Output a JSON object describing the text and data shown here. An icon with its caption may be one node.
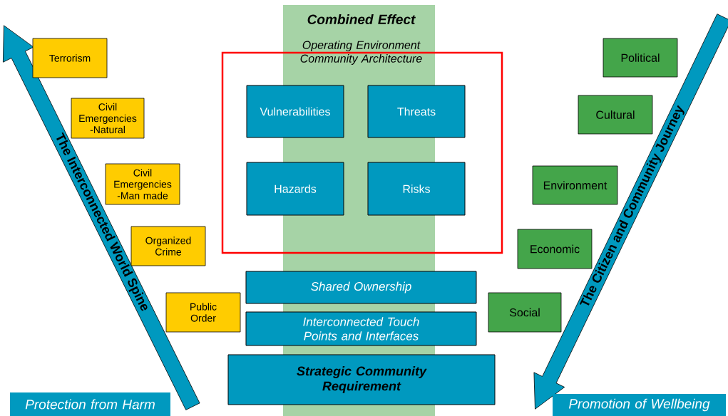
{
  "diagram": {
    "nodes": [
      {
        "text": [
          "Combined Effect",
          "Operating Environment Community Architecture"
        ]
      },
      {
        "text": [],
        "shape": "box"
      },
      {
        "text": [
          "Vulnerabilities"
        ],
        "in": 1
      },
      {
        "text": [
          "Threats"
        ],
        "in": 1
      },
      {
        "text": [
          "Hazards"
        ],
        "in": 1
      },
      {
        "text": [
          "Risks"
        ],
        "in": 1
      },
      {
        "text": [
          "Shared Ownership"
        ]
      },
      {
        "text": [
          "Interconnected Touch Points and Interfaces"
        ]
      },
      {
        "text": [
          "Strategic Community Requirement"
        ]
      },
      {
        "text": [
          "The Interconnected World Spine"
        ]
      },
      {
        "text": [
          "Terrorism"
        ]
      },
      {
        "text": [
          "Civil Emergencies -Natural"
        ]
      },
      {
        "text": [
          "Civil Emergencies -Man made"
        ]
      },
      {
        "text": [
          "Organized Crime"
        ]
      },
      {
        "text": [
          "Public Order"
        ]
      },
      {
        "text": [
          "The Citizen and Community Journey"
        ]
      },
      {
        "text": [
          "Political"
        ]
      },
      {
        "text": [
          "Cultural"
        ]
      },
      {
        "text": [
          "Environment"
        ]
      },
      {
        "text": [
          "Economic"
        ]
      },
      {
        "text": [
          "Social"
        ]
      },
      {
        "text": [
          "Protection from Harm"
        ]
      },
      {
        "text": [
          "Promotion of Wellbeing"
        ]
      }
    ]
  }
}
